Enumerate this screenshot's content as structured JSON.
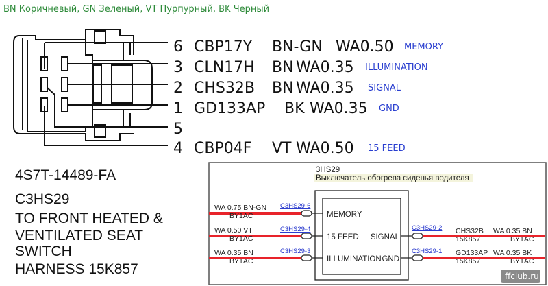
{
  "legend": "BN Коричневый, GN Зеленый, VT Пурпурный, BK Черный",
  "pins": [
    {
      "num": "6",
      "circuit": "CBP17Y",
      "color": "BN-GN",
      "gauge": "WA0.50",
      "function": "MEMORY"
    },
    {
      "num": "3",
      "circuit": "CLN17H",
      "color": "BN",
      "gauge": "WA0.35",
      "function": "ILLUMINATION"
    },
    {
      "num": "2",
      "circuit": "CHS32B",
      "color": "BN",
      "gauge": "WA0.35",
      "function": "SIGNAL"
    },
    {
      "num": "1",
      "circuit": "GD133AP",
      "color": "BK",
      "gauge": "WA0.35",
      "function": "GND"
    },
    {
      "num": "5",
      "circuit": "",
      "color": "",
      "gauge": "",
      "function": ""
    },
    {
      "num": "4",
      "circuit": "CBP04F",
      "color": "VT",
      "gauge": "WA0.50",
      "function": "15 FEED"
    }
  ],
  "part": {
    "number": "4S7T-14489-FA",
    "connector": "C3HS29",
    "desc1": "TO FRONT HEATED &",
    "desc2": "VENTILATED SEAT",
    "desc3": "SWITCH",
    "harness": "HARNESS 15K857"
  },
  "schematic": {
    "id": "3HS29",
    "title": "Выключатель обогрева сиденья водителя",
    "left": [
      {
        "wire": "WA 0.75   BN-GN",
        "code": "BY1AC",
        "conn": "C3HS29-6",
        "pin": "MEMORY"
      },
      {
        "wire": "WA 0.50   VT",
        "code": "BY1AC",
        "conn": "C3HS29-4",
        "pin": "15 FEED"
      },
      {
        "wire": "WA 0.35   BN",
        "code": "BY1AC",
        "conn": "C3HS29-3",
        "pin": "ILLUMINATION"
      }
    ],
    "right": [
      {
        "circuit": "CHS32B",
        "harness": "15K857",
        "wire": "WA 0.35   BN",
        "code": "BY1AC",
        "conn": "C3HS29-2",
        "pin": "SIGNAL"
      },
      {
        "circuit": "GD133AP",
        "harness": "15K857",
        "wire": "WA 0.35   BK",
        "code": "BY1AC",
        "conn": "C3HS29-1",
        "pin": "GND"
      }
    ],
    "wire_color": "#e8232a"
  },
  "watermark": "ffclub.ru"
}
